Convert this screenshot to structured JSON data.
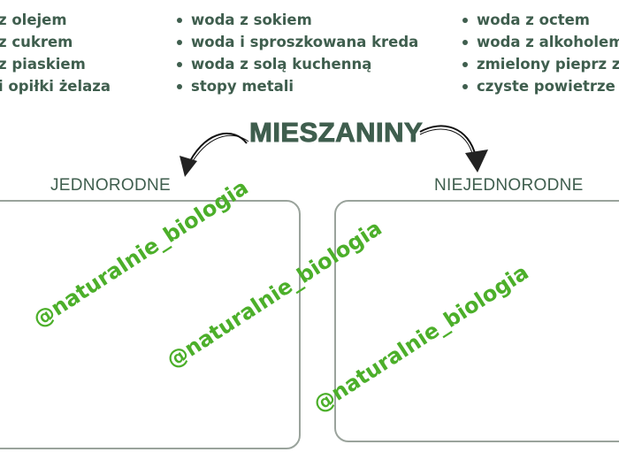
{
  "columns": [
    {
      "items": [
        "z olejem",
        "z cukrem",
        "z piaskiem",
        "i opiłki żelaza"
      ]
    },
    {
      "items": [
        "woda z sokiem",
        "woda i sproszkowana kreda",
        "woda z solą kuchenną",
        "stopy metali"
      ]
    },
    {
      "items": [
        "woda z octem",
        "woda z alkoholem",
        "zmielony pieprz z s",
        "czyste powietrze"
      ]
    }
  ],
  "title": "MIESZANINY",
  "categories": {
    "left": "JEDNORODNE",
    "right": "NIEJEDNORODNE"
  },
  "watermark": "@naturalnie_biologia",
  "colors": {
    "text": "#3f5e4e",
    "watermark": "#4caf2a",
    "box_border": "#9aa39c"
  }
}
